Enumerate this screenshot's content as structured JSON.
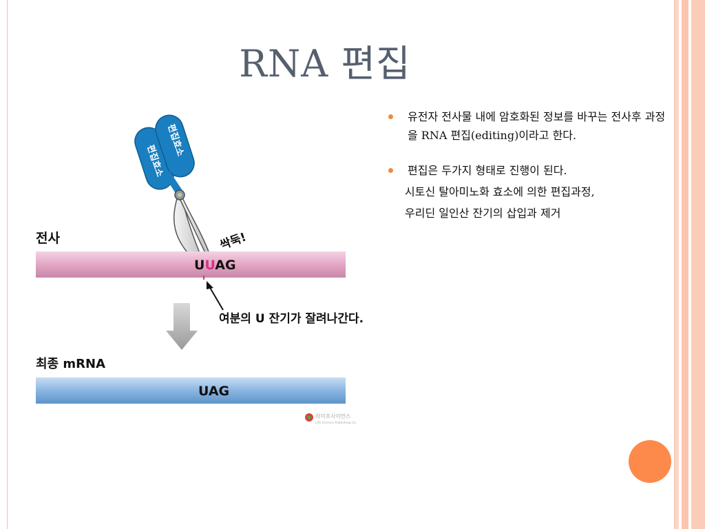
{
  "slide": {
    "title": "RNA 편집",
    "bullets": [
      {
        "text": " 유전자 전사물 내에 암호화된 정보를 바꾸는 전사후 과정을 RNA 편집(editing)이라고 한다."
      },
      {
        "text": "편집은 두가지 형태로 진행이 된다.",
        "sub": [
          "시토신 탈아미노화 효소에 의한  편집과정,",
          "우리딘 일인산 잔기의 삽입과 제거"
        ]
      }
    ]
  },
  "diagram": {
    "enzyme_label_1": "편집효소",
    "enzyme_label_2": "편집효소",
    "cut_label": "싹둑!",
    "transcript_label": "전사",
    "transcript_seq": [
      "U",
      "U",
      "A",
      "G"
    ],
    "arrow_annotation": "여분의 U 잔기가 잘려나간다.",
    "final_label": "최종 mRNA",
    "final_seq": "UAG",
    "publisher_logo_text": "라이프사이언스",
    "publisher_logo_sub": "Life Science Publishing Co."
  },
  "colors": {
    "accent_orange": "#fd8a4a",
    "bullet_orange": "#f08a3c",
    "enzyme_blue": "#1a7fc1",
    "transcript_pink": "#e3a6c4",
    "mrna_blue": "#8ab6e2",
    "highlight_u": "#d63384"
  }
}
